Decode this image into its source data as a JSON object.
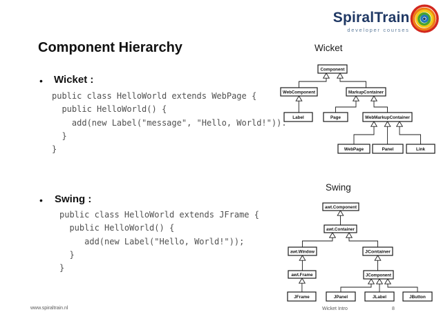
{
  "logo": {
    "brand": "SpiralTrain",
    "tagline": "developer courses",
    "colors": {
      "brand_navy": "#1f3864",
      "tagline_blue": "#5f7d9d",
      "spiral_red": "#d3281e",
      "spiral_orange": "#ef7d15",
      "spiral_yellow": "#f0c818",
      "spiral_green": "#4aa32f",
      "spiral_blue": "#2277bd",
      "spiral_navy": "#1d3a67"
    }
  },
  "slide": {
    "title": "Component Hierarchy",
    "bullet_glyph": "•",
    "bullets": [
      {
        "label": "Wicket :",
        "code": "public class HelloWorld extends WebPage {\n  public HelloWorld() {\n    add(new Label(\"message\", \"Hello, World!\")).\n  }\n}"
      },
      {
        "label": "Swing :",
        "code": "public class HelloWorld extends JFrame {\n  public HelloWorld() {\n     add(new Label(\"Hello, World!\"));\n  }\n}"
      }
    ]
  },
  "diagrams": {
    "wicket": {
      "title": "Wicket",
      "nodes": {
        "component": "Component",
        "webcomponent": "WebComponent",
        "markupcontainer": "MarkupContainer",
        "label": "Label",
        "page": "Page",
        "webmarkupcontainer": "WebMarkupContainer",
        "webpage": "WebPage",
        "panel": "Panel",
        "link": "Link"
      }
    },
    "swing": {
      "title": "Swing",
      "nodes": {
        "awtcomponent": "awt.Component",
        "awtcontainer": "awt.Container",
        "awtwindow": "awt.Window",
        "jcontainer": "JContainer",
        "awtframe": "awt.Frame",
        "jcomponent": "JComponent",
        "jframe": "JFrame",
        "jpanel": "JPanel",
        "jlabel": "JLabel",
        "jbutton": "JButton"
      }
    }
  },
  "footer": {
    "left": "www.spiraltrain.nl",
    "center": "Wicket Intro",
    "page": "8"
  }
}
